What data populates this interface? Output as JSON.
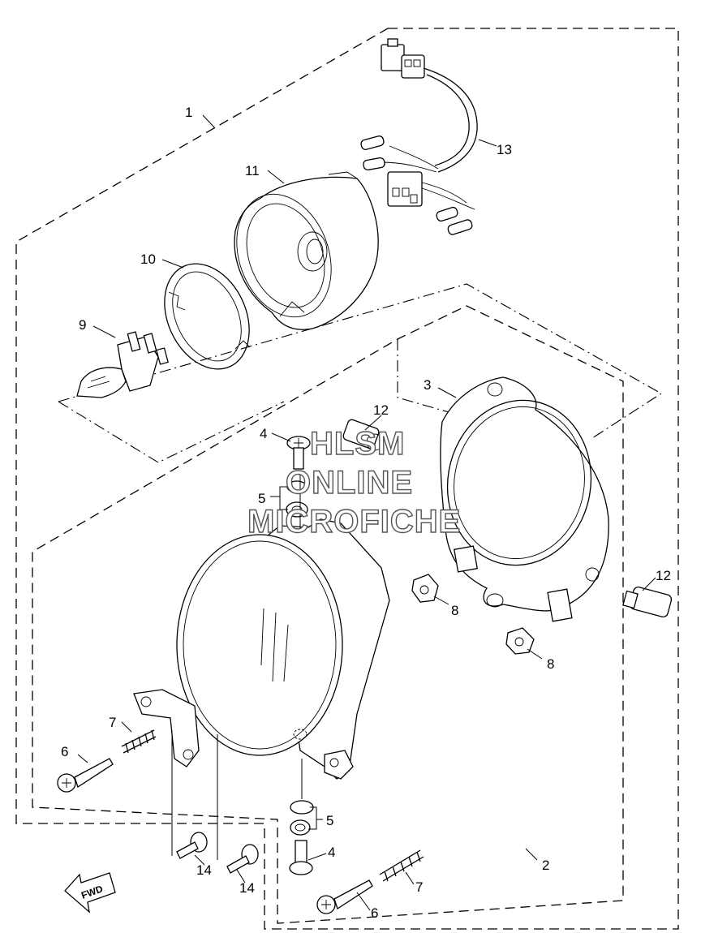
{
  "callouts": {
    "c1": "1",
    "c2": "2",
    "c3": "3",
    "c4a": "4",
    "c4b": "4",
    "c5a": "5",
    "c5b": "5",
    "c6a": "6",
    "c6b": "6",
    "c7a": "7",
    "c7b": "7",
    "c8a": "8",
    "c8b": "8",
    "c9": "9",
    "c10": "10",
    "c11": "11",
    "c12a": "12",
    "c12b": "12",
    "c13": "13",
    "c14a": "14",
    "c14b": "14"
  },
  "watermark": {
    "line1": "HLSM",
    "line2": "ONLINE",
    "line3": "MICROFICHE"
  },
  "direction_marker": {
    "label": "FWD"
  }
}
